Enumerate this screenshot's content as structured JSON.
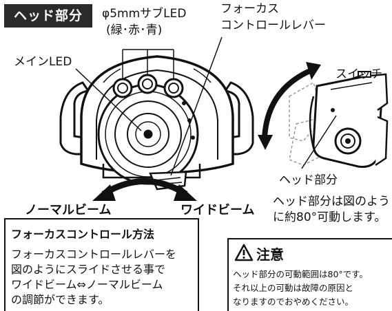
{
  "section_tag": "ヘッド部分",
  "labels": {
    "sub_led_line1": "φ5mmサブLED",
    "sub_led_line2": "(緑･赤･青)",
    "focus_lever_line1": "フォーカス",
    "focus_lever_line2": "コントロールレバー",
    "main_led": "メインLED",
    "switch": "スイッチ",
    "normal_beam": "ノーマルビーム",
    "wide_beam": "ワイドビーム",
    "head_part": "ヘッド部分",
    "rotation_line1": "ヘッド部分は図のよう",
    "rotation_line2": "に約80°可動します。"
  },
  "method": {
    "title": "フォーカスコントロール方法",
    "lines": [
      "フォーカスコントロールレバーを",
      "図のようにスライドさせる事で",
      "ワイドビーム⇔ノーマルビーム",
      "の調節ができます。"
    ]
  },
  "caution": {
    "icon": "warning-triangle-icon",
    "title": "注意",
    "lines": [
      "ヘッド部分の可動範囲は80°です。",
      "それ以上の可動は故障の原因と",
      "なりますのでおやめください。"
    ]
  }
}
